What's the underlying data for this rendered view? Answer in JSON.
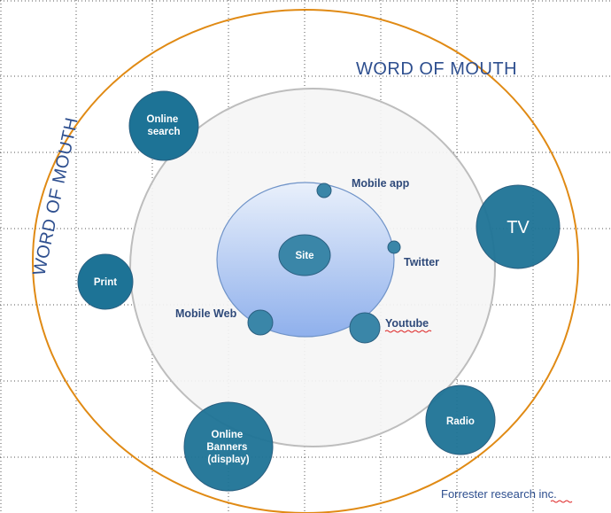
{
  "labels": {
    "word_of_mouth_top": "WORD OF MOUTH",
    "word_of_mouth_left": "WORD OF MOUTH",
    "credit": "Forrester research inc."
  },
  "center": {
    "label": "Site"
  },
  "inner_channels": {
    "mobile_app": "Mobile app",
    "twitter": "Twitter",
    "mobile_web": "Mobile Web",
    "youtube": "Youtube"
  },
  "outer_channels": {
    "online_search": [
      "Online",
      "search"
    ],
    "tv": "TV",
    "print": "Print",
    "radio": "Radio",
    "online_banners": [
      "Online",
      "Banners",
      "(display)"
    ]
  },
  "colors": {
    "outer_ring": "#e08a14",
    "middle_ring": "#bdbdbd",
    "middle_fill": "#f5f5f5",
    "inner_fill_top": "#e9f0fb",
    "inner_fill_bottom": "#8fb0ec",
    "inner_stroke": "#6f93c8",
    "bubble": "#1d7396",
    "bubble_stroke": "#2a5f80",
    "small_node": "#3a86a8",
    "label_text": "#2f4a7a",
    "grid": "#555555"
  }
}
